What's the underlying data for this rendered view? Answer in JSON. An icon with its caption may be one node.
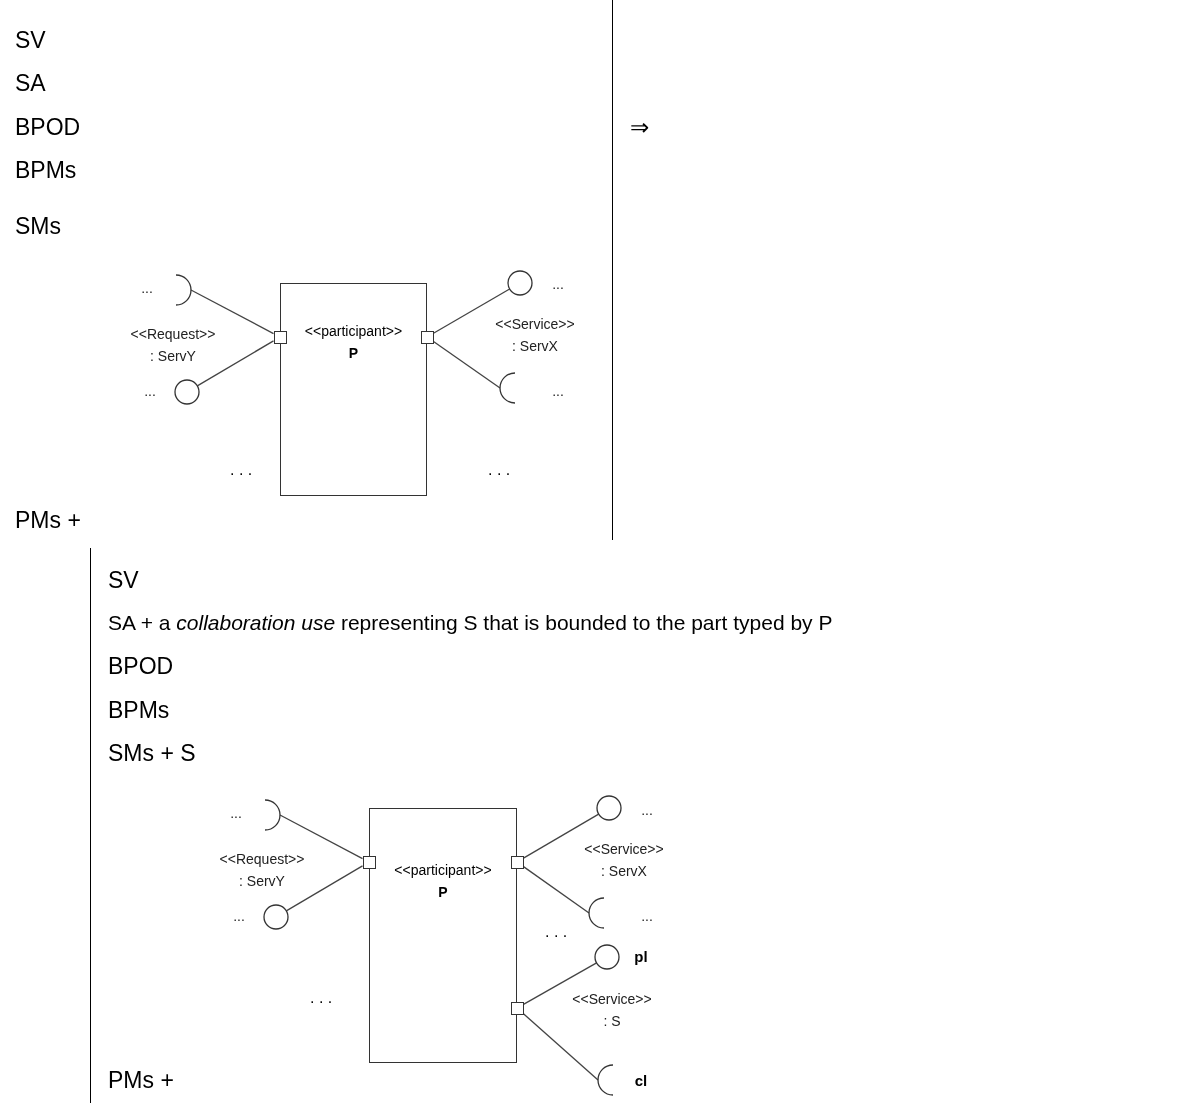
{
  "diagram": {
    "nodes": [
      {
        "text": [
          "<<participant>>",
          "P"
        ]
      },
      {
        "text": [],
        "shape": "box"
      },
      {
        "text": [],
        "shape": "box"
      },
      {
        "text": [],
        "shape": "arc",
        "beside": [
          "..."
        ]
      },
      {
        "text": [],
        "shape": "circle",
        "beside": [
          "..."
        ]
      },
      {
        "text": [],
        "shape": "circle",
        "beside": [
          "..."
        ]
      },
      {
        "text": [],
        "shape": "arc",
        "beside": [
          "..."
        ]
      },
      {
        "text": [
          "<<participant>>",
          "P"
        ]
      },
      {
        "text": [],
        "shape": "box"
      },
      {
        "text": [],
        "shape": "box"
      },
      {
        "text": [],
        "shape": "box"
      },
      {
        "text": [],
        "shape": "arc",
        "beside": [
          "..."
        ]
      },
      {
        "text": [],
        "shape": "circle",
        "beside": [
          "..."
        ]
      },
      {
        "text": [],
        "shape": "circle",
        "beside": [
          "..."
        ]
      },
      {
        "text": [],
        "shape": "arc",
        "beside": [
          "..."
        ]
      },
      {
        "text": [],
        "shape": "circle",
        "beside": [
          "pl"
        ]
      },
      {
        "text": [],
        "shape": "arc",
        "beside": [
          "cl"
        ]
      }
    ],
    "edges": [
      {
        "from": 1,
        "to": 3,
        "arrow": "none"
      },
      {
        "from": 1,
        "to": 4,
        "arrow": "none"
      },
      {
        "from": 2,
        "to": 5,
        "arrow": "none"
      },
      {
        "from": 2,
        "to": 6,
        "arrow": "none"
      },
      {
        "from": 8,
        "to": 11,
        "arrow": "none"
      },
      {
        "from": 8,
        "to": 12,
        "arrow": "none"
      },
      {
        "from": 9,
        "to": 13,
        "arrow": "none"
      },
      {
        "from": 9,
        "to": 14,
        "arrow": "none"
      },
      {
        "from": 10,
        "to": 15,
        "arrow": "none"
      },
      {
        "from": 10,
        "to": 16,
        "arrow": "none"
      }
    ],
    "labels": [
      "SV",
      "SA",
      "BPOD",
      "⇒",
      "BPMs",
      "SMs",
      "<<Request>> : ServY",
      "<<Service>> : ServX",
      ". . .",
      ". . .",
      "PMs +",
      "SV",
      "SA + a *collaboration use* representing S that is bounded to the part typed by P",
      "BPOD",
      "BPMs",
      "SMs + S",
      "<<Request>> : ServY",
      "<<Service>> : ServX",
      ". . .",
      "<<Service>> : S",
      ". . .",
      "PMs +"
    ]
  }
}
